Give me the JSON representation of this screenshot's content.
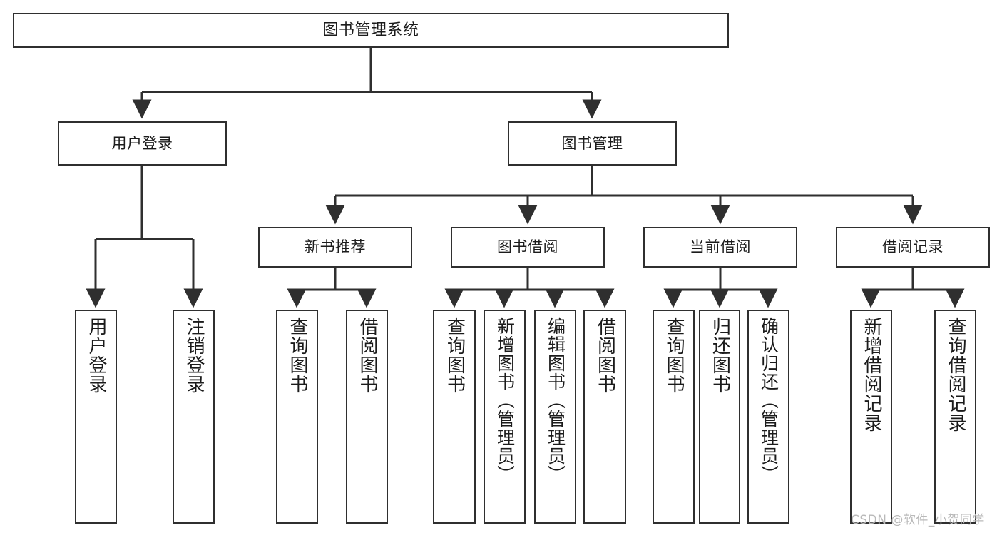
{
  "diagram": {
    "title": "图书管理系统",
    "type": "tree",
    "stroke_color": "#2f2f2f",
    "fill_color": "#ffffff",
    "text_color": "#1b1b1b"
  },
  "watermark": {
    "text": "CSDN @软件_小贺同学",
    "color": "#b9b9b9"
  },
  "nodes": {
    "root": {
      "label": "图书管理系统"
    },
    "level2": [
      {
        "label": "用户登录"
      },
      {
        "label": "图书管理"
      }
    ],
    "level3": [
      {
        "label": "新书推荐"
      },
      {
        "label": "图书借阅"
      },
      {
        "label": "当前借阅"
      },
      {
        "label": "借阅记录"
      }
    ],
    "leaves": {
      "user_login": [
        {
          "label": "用户登录"
        },
        {
          "label": "注销登录"
        }
      ],
      "new_book": [
        {
          "label": "查询图书"
        },
        {
          "label": "借阅图书"
        }
      ],
      "book_borrow": [
        {
          "label": "查询图书"
        },
        {
          "label": "新增图书（管理员）"
        },
        {
          "label": "编辑图书（管理员）"
        },
        {
          "label": "借阅图书"
        }
      ],
      "current_borrow": [
        {
          "label": "查询图书"
        },
        {
          "label": "归还图书"
        },
        {
          "label": "确认归还（管理员）"
        }
      ],
      "borrow_record": [
        {
          "label": "新增借阅记录"
        },
        {
          "label": "查询借阅记录"
        }
      ]
    }
  }
}
